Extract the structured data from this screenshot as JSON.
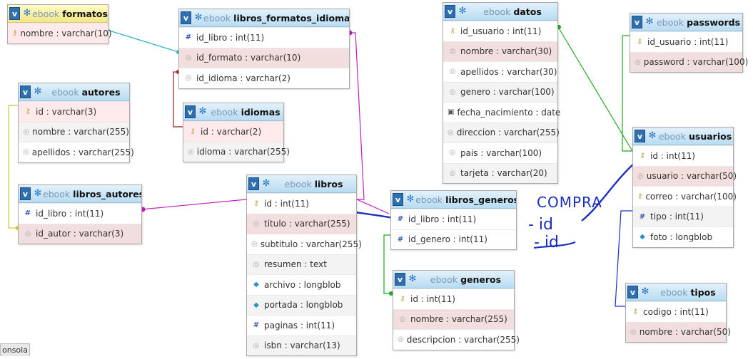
{
  "db_name": "ebook",
  "tables": {
    "formatos": {
      "name": "formatos",
      "rows": [
        "nombre : varchar(10)"
      ]
    },
    "libros_formatos_idiomas": {
      "name": "libros_formatos_idiomas",
      "rows": [
        "id_libro : int(11)",
        "id_formato : varchar(10)",
        "id_idioma : varchar(2)"
      ]
    },
    "autores": {
      "name": "autores",
      "rows": [
        "id : varchar(3)",
        "nombre : varchar(255)",
        "apellidos : varchar(255)"
      ]
    },
    "idiomas": {
      "name": "idiomas",
      "rows": [
        "id : varchar(2)",
        "idioma : varchar(255)"
      ]
    },
    "libros_autores": {
      "name": "libros_autores",
      "rows": [
        "id_libro : int(11)",
        "id_autor : varchar(3)"
      ]
    },
    "libros": {
      "name": "libros",
      "rows": [
        "id : int(11)",
        "titulo : varchar(255)",
        "subtitulo : varchar(255)",
        "resumen : text",
        "archivo : longblob",
        "portada : longblob",
        "paginas : int(11)",
        "isbn : varchar(13)"
      ]
    },
    "datos": {
      "name": "datos",
      "rows": [
        "id_usuario : int(11)",
        "nombre : varchar(30)",
        "apellidos : varchar(30)",
        "genero : varchar(100)",
        "fecha_nacimiento : date",
        "direccion : varchar(255)",
        "pais : varchar(100)",
        "tarjeta : varchar(20)"
      ]
    },
    "passwords": {
      "name": "passwords",
      "rows": [
        "id_usuario : int(11)",
        "password : varchar(100)"
      ]
    },
    "usuarios": {
      "name": "usuarios",
      "rows": [
        "id : int(11)",
        "usuario : varchar(50)",
        "correo : varchar(100)",
        "tipo : int(11)",
        "foto : longblob"
      ]
    },
    "libros_generos": {
      "name": "libros_generos",
      "rows": [
        "id_libro : int(11)",
        "id_genero : int(11)"
      ]
    },
    "generos": {
      "name": "generos",
      "rows": [
        "id : int(11)",
        "nombre : varchar(255)",
        "descripcion : varchar(255)"
      ]
    },
    "tipos": {
      "name": "tipos",
      "rows": [
        "codigo : int(11)",
        "nombre : varchar(50)"
      ]
    }
  },
  "annotation": {
    "word": "COMPRA",
    "line1": "- id",
    "line2": "- id"
  },
  "console_tab": "onsola",
  "colors": {
    "cyan": "#2ab3c8",
    "magenta": "#c21fc2",
    "darkred": "#9b1b1b",
    "olive": "#c8c832",
    "green": "#1fa81f",
    "navy": "#1a2fbf",
    "blue_ink": "#1a2fbf"
  }
}
